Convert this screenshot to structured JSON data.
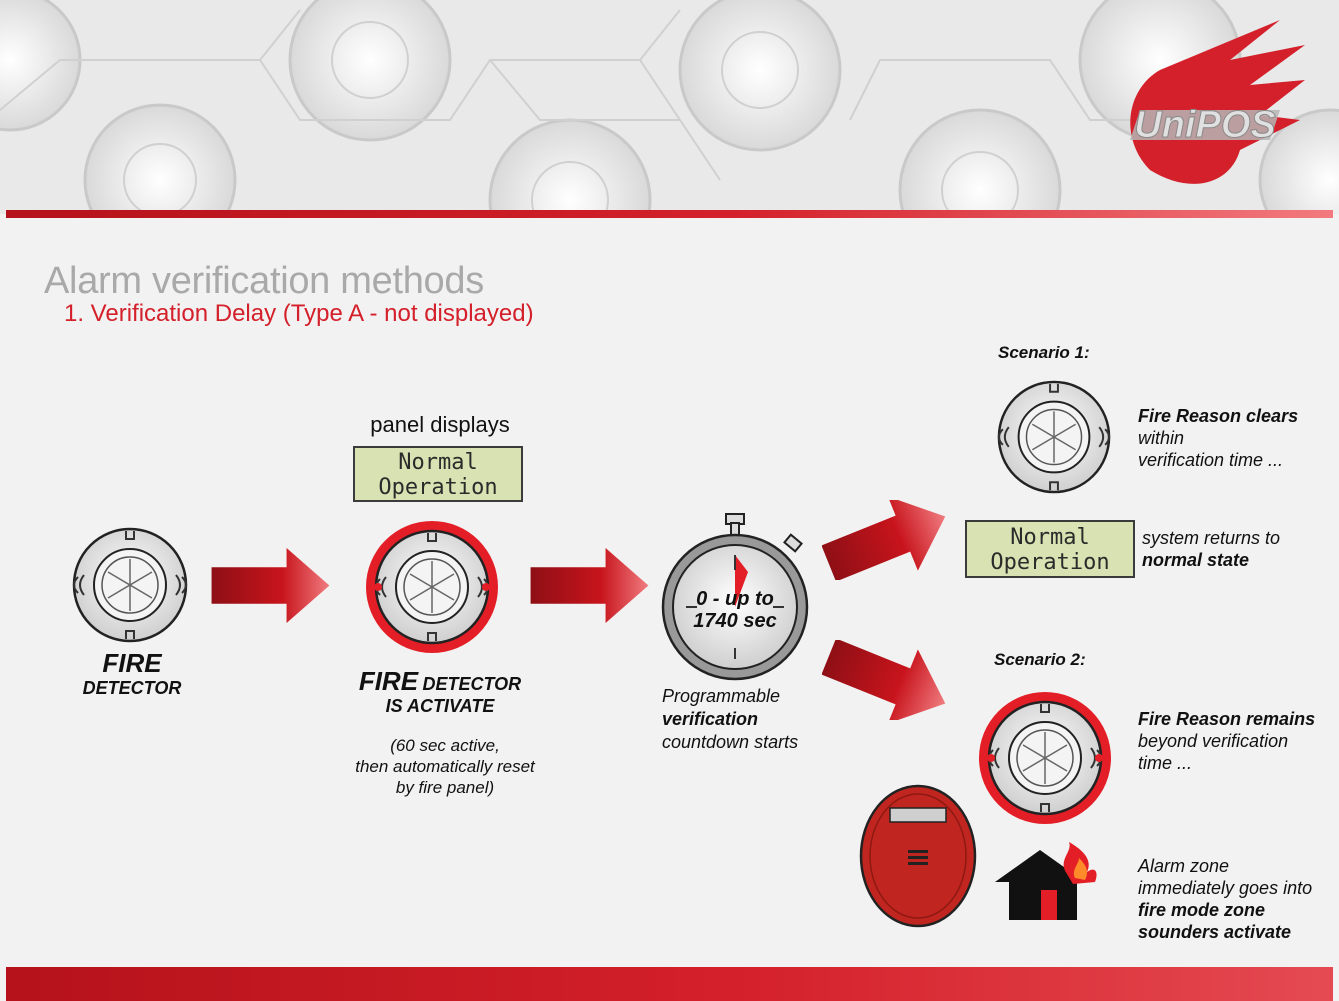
{
  "header": {
    "brand": "UniPOS",
    "colors": {
      "accent": "#d4202a",
      "dark_red": "#b5121b",
      "lcd": "#d9e2b2",
      "title_gray": "#a9a9a9"
    }
  },
  "title": "Alarm verification methods",
  "subtitle": "1. Verification Delay (Type A - not displayed)",
  "step1": {
    "label_big": "FIRE",
    "label_small": "DETECTOR",
    "icon": "smoke-detector-icon"
  },
  "step2": {
    "panel_caption": "panel displays",
    "lcd": {
      "line1": "Normal",
      "line2": "Operation"
    },
    "label_big": "FIRE",
    "label_small": "DETECTOR",
    "label_line2": "IS ACTIVATE",
    "note_line1": "(60 sec active,",
    "note_line2": "then automatically reset",
    "note_line3": "by fire panel)"
  },
  "step3": {
    "timer_line1": "0 - up to",
    "timer_line2": "1740 sec",
    "caption_line1": "Programmable",
    "caption_line2": "verification",
    "caption_line3": "countdown starts",
    "icon": "stopwatch-icon"
  },
  "scenario1": {
    "title": "Scenario 1:",
    "text_bold": "Fire Reason clears",
    "text_line2": "within",
    "text_line3": "verification time ...",
    "lcd": {
      "line1": "Normal",
      "line2": "Operation"
    },
    "result_line1": "system returns to",
    "result_line2": "normal state"
  },
  "scenario2": {
    "title": "Scenario 2:",
    "text_bold": "Fire Reason remains",
    "text_line2": "beyond verification",
    "text_line3": "time ...",
    "result_line1": "Alarm zone",
    "result_line2": "immediately goes into",
    "result_line3": "fire mode zone",
    "result_line4": "sounders activate",
    "icons": [
      "sounder-icon",
      "burning-house-icon"
    ]
  }
}
